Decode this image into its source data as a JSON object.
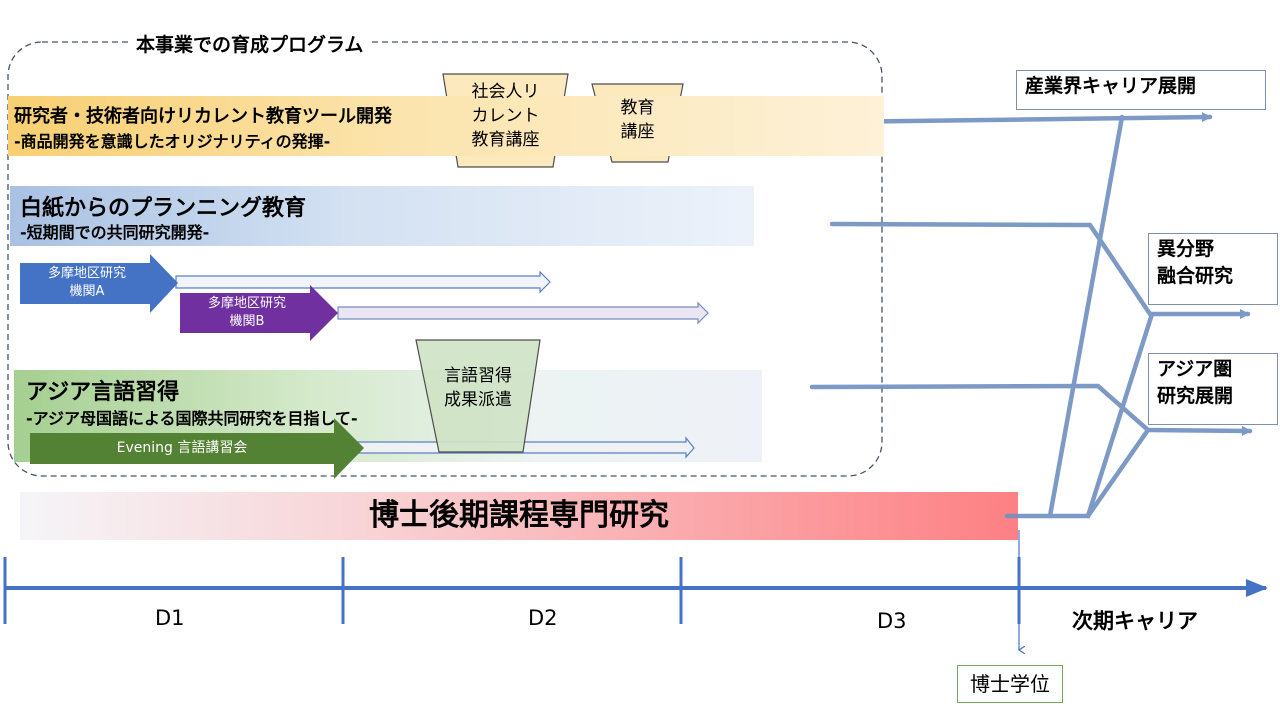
{
  "program": {
    "title": "本事業での育成プログラム"
  },
  "recurrent": {
    "title": "研究者・技術者向けリカレント教育ツール開発",
    "subtitle": "-商品開発を意識したオリジナリティの発揮-",
    "course1": "社会人リ\nカレント\n教育講座",
    "course2": "教育\n講座"
  },
  "planning": {
    "title": "白紙からのプランニング教育",
    "subtitle": "-短期間での共同研究開発-",
    "inst_a": "多摩地区研究\n機関A",
    "inst_b": "多摩地区研究\n機関B"
  },
  "asia_lang": {
    "title": "アジア言語習得",
    "subtitle": "-アジア母国語による国際共同研究を目指して-",
    "evening": "Evening 言語講習会",
    "dispatch": "言語習得\n成果派遣"
  },
  "doctoral": {
    "title": "博士後期課程専門研究"
  },
  "careers": {
    "industry": "産業界キャリア展開",
    "interdisciplinary": "異分野\n融合研究",
    "asia": "アジア圏\n研究展開"
  },
  "timeline": {
    "d1": "D1",
    "d2": "D2",
    "d3": "D3",
    "next": "次期キャリア",
    "degree": "博士学位"
  },
  "colors": {
    "axis": "#4472c4",
    "inst_a": "#4472c4",
    "inst_b": "#7030a0",
    "evening": "#548235",
    "career_lines": "#6f8fc0"
  }
}
